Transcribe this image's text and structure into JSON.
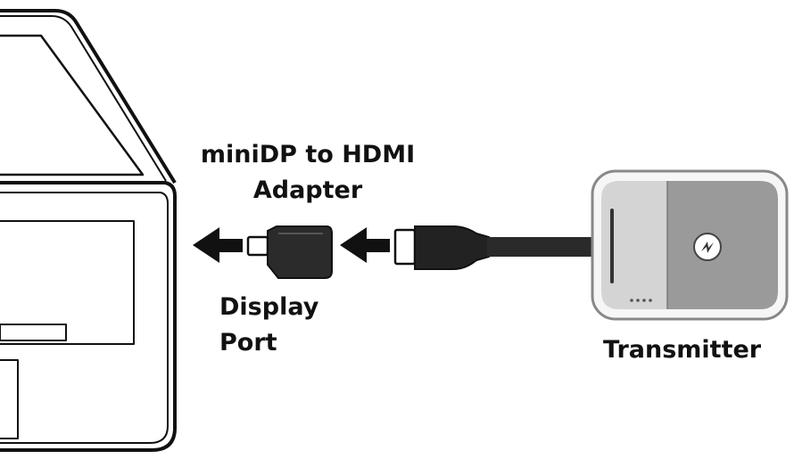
{
  "labels": {
    "adapter_line1": "miniDP to HDMI",
    "adapter_line2": "Adapter",
    "port_line1": "Display",
    "port_line2": "Port",
    "transmitter": "Transmitter"
  },
  "icons": {
    "arrow_left": "arrow-left-icon",
    "brand_logo": "brand-logo-icon"
  },
  "colors": {
    "ink": "#111111",
    "device_light": "#d4d4d4",
    "device_dark": "#9a9a9a",
    "adapter_body": "#2b2b2b"
  }
}
